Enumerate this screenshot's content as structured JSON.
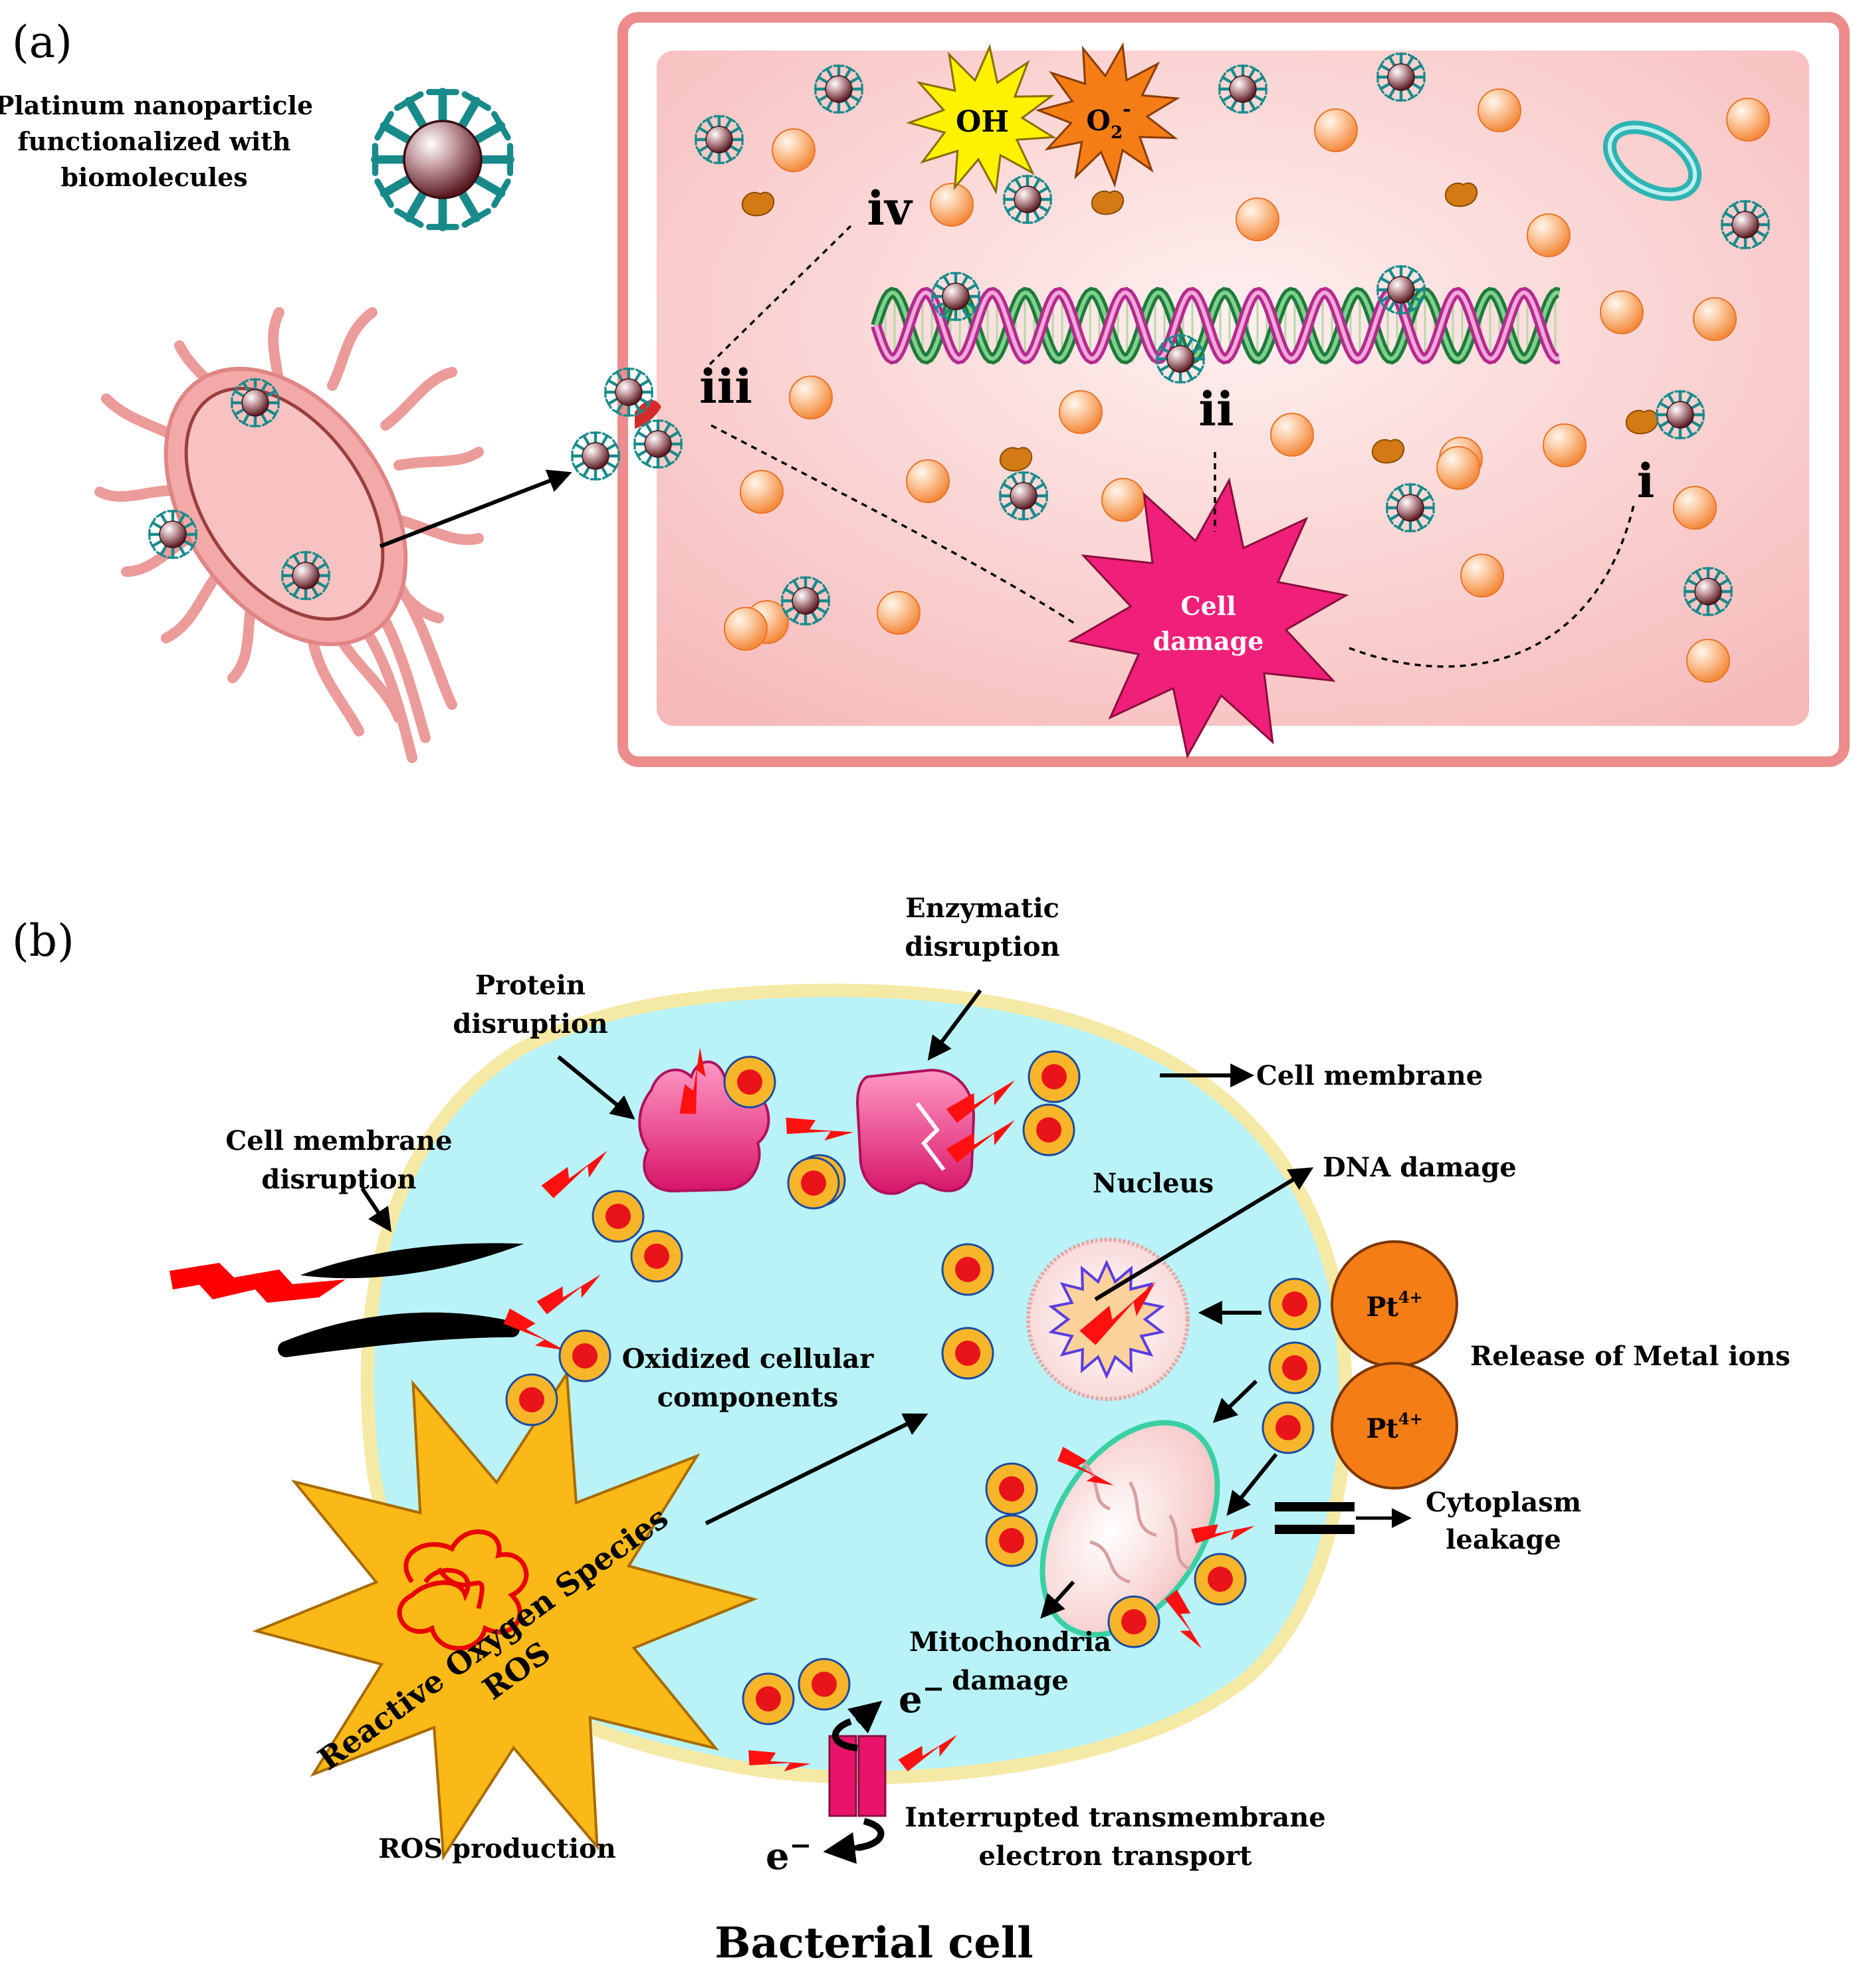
{
  "panel_a": {
    "label": "(a)",
    "legend_text": [
      "Platinum nanoparticle",
      "functionalized with",
      "biomolecules"
    ],
    "radicals": {
      "hydroxyl": "OH",
      "superoxide_main": "O",
      "superoxide_sub": "2",
      "superoxide_sup": "-"
    },
    "mechanisms": {
      "i": "i",
      "ii": "ii",
      "iii": "iii",
      "iv": "iv"
    },
    "damage_text": [
      "Cell",
      "damage"
    ]
  },
  "panel_b": {
    "label": "(b)",
    "enzymatic": [
      "Enzymatic",
      "disruption"
    ],
    "protein": [
      "Protein",
      "disruption"
    ],
    "membrane_disruption": [
      "Cell membrane",
      "disruption"
    ],
    "cell_membrane": "Cell membrane",
    "nucleus": "Nucleus",
    "dna_damage": "DNA damage",
    "oxidized": [
      "Oxidized cellular",
      "components"
    ],
    "metal_release": "Release of Metal ions",
    "ion_main": "Pt",
    "ion_sup": "4+",
    "cytoplasm": [
      "Cytoplasm",
      "leakage"
    ],
    "ros_star": [
      "Reactive Oxygen Species",
      "ROS"
    ],
    "ros_production": "ROS production",
    "mitochondria": [
      "Mitochondria",
      "damage"
    ],
    "electron": "e",
    "electron_sup": "−",
    "transport": [
      "Interrupted transmembrane",
      "electron transport"
    ],
    "title": "Bacterial cell"
  },
  "colors": {
    "cell_fill": "#f8c9c9",
    "cell_border": "#ec8c8c",
    "cytoplasm": "#b9f3f8",
    "membrane": "#f5e9a6",
    "ion": "#f47d16",
    "damage_star": "#f0207a",
    "ros_star": "#fbb917",
    "ligand": "#198a8a"
  }
}
